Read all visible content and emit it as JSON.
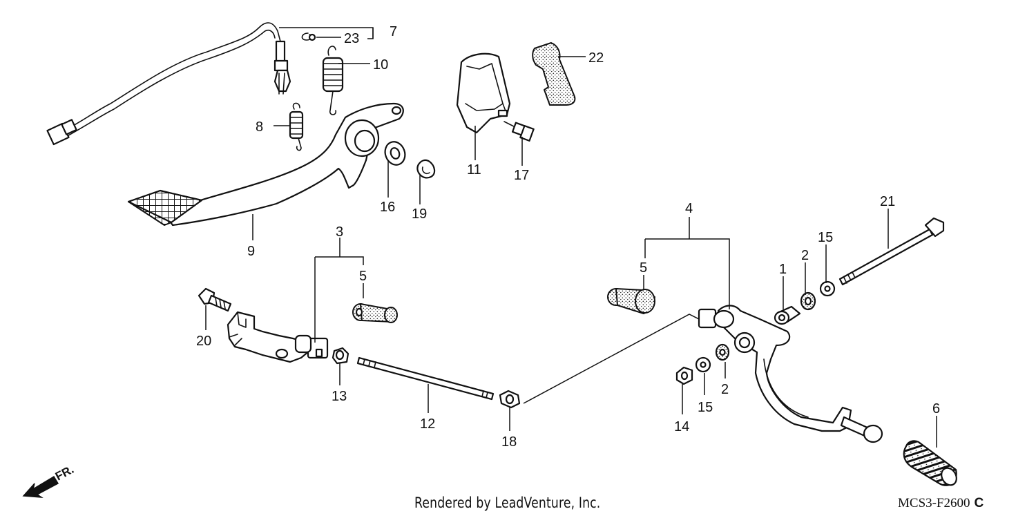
{
  "callouts": {
    "c1": "1",
    "c2a": "2",
    "c2b": "2",
    "c3": "3",
    "c4": "4",
    "c5a": "5",
    "c5b": "5",
    "c6": "6",
    "c7": "7",
    "c8": "8",
    "c9": "9",
    "c10": "10",
    "c11": "11",
    "c12": "12",
    "c13": "13",
    "c14": "14",
    "c15a": "15",
    "c15b": "15",
    "c16": "16",
    "c17": "17",
    "c18": "18",
    "c19": "19",
    "c20": "20",
    "c21": "21",
    "c22": "22",
    "c23": "23"
  },
  "direction_label": "FR.",
  "footer": {
    "rendered_by": "Rendered by LeadVenture, Inc.",
    "code": "MCS3-F2600",
    "revision": "C"
  },
  "colors": {
    "line": "#111111",
    "background": "#ffffff"
  }
}
